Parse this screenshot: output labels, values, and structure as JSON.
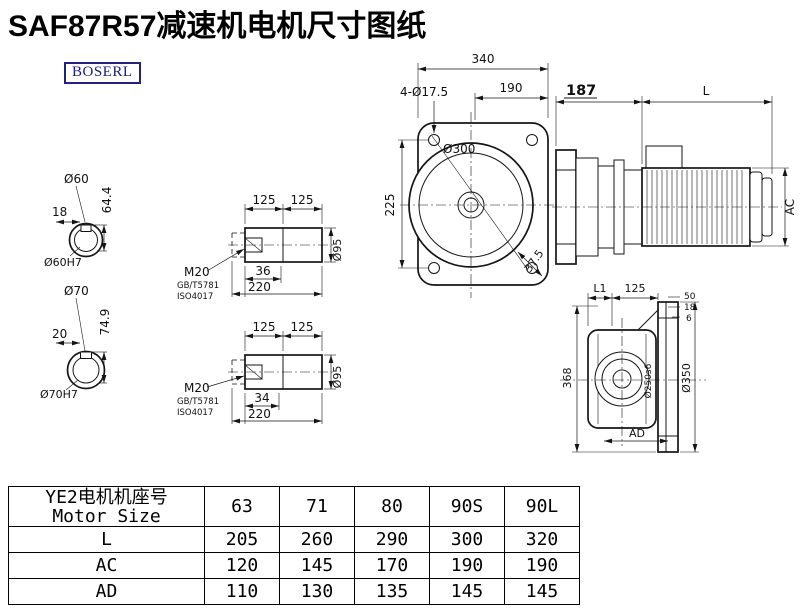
{
  "page": {
    "title": "SAF87R57减速机电机尺寸图纸",
    "logo": "BOSERL"
  },
  "drawing": {
    "top_view": {
      "w340": "340",
      "w190": "190",
      "bolt_holes": "4-Ø17.5",
      "flange": "Ø300",
      "h225": "225",
      "a37": "37.5"
    },
    "side_view": {
      "g187": "187",
      "motor_len": "L",
      "motor_dia": "AC"
    },
    "shaft60": {
      "dia": "Ø60",
      "key": "18",
      "height": "64.4",
      "bore": "Ø60H7"
    },
    "shaft70": {
      "dia": "Ø70",
      "key": "20",
      "height": "74.9",
      "bore": "Ø70H7"
    },
    "detail1": {
      "l125a": "125",
      "l125b": "125",
      "thread": "M20",
      "std1": "GB/T5781",
      "std2": "ISO4017",
      "l36": "36",
      "l220": "220",
      "dia": "Ø95"
    },
    "detail2": {
      "l125a": "125",
      "l125b": "125",
      "thread": "M20",
      "std1": "GB/T5781",
      "std2": "ISO4017",
      "l34": "34",
      "l220": "220",
      "dia": "Ø95"
    },
    "output_view": {
      "l1": "L1",
      "l125": "125",
      "l50": "50",
      "l18": "18",
      "l6": "6",
      "h368": "368",
      "spigot": "Ø250s6",
      "flange": "Ø350",
      "ad": "AD"
    }
  },
  "table": {
    "header": {
      "title_cn": "YE2电机机座号",
      "title_en": "Motor Size",
      "sizes": [
        "63",
        "71",
        "80",
        "90S",
        "90L"
      ]
    },
    "rows": [
      {
        "label": "L",
        "values": [
          "205",
          "260",
          "290",
          "300",
          "320"
        ]
      },
      {
        "label": "AC",
        "values": [
          "120",
          "145",
          "170",
          "190",
          "190"
        ]
      },
      {
        "label": "AD",
        "values": [
          "110",
          "130",
          "135",
          "145",
          "145"
        ]
      }
    ]
  }
}
